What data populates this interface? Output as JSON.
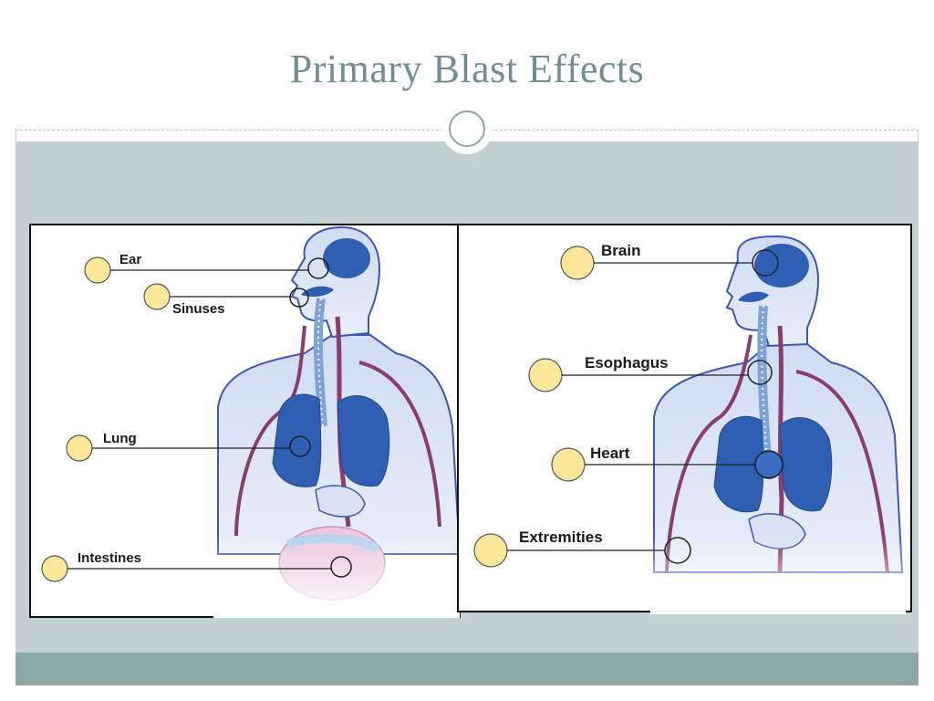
{
  "slide": {
    "title": "Primary Blast Effects"
  },
  "left_panel": {
    "labels": {
      "ear": "Ear",
      "sinuses": "Sinuses",
      "lung": "Lung",
      "intestines": "Intestines"
    }
  },
  "right_panel": {
    "labels": {
      "brain": "Brain",
      "esophagus": "Esophagus",
      "heart": "Heart",
      "extremities": "Extremities"
    }
  },
  "colors": {
    "title": "#6f8f93",
    "content_background": "#c3d0d4",
    "footer": "#8aa9a6",
    "marker_fill": "#fbe79a",
    "organ_blue": "#2f5fb3",
    "body_outline": "#3c57b8",
    "vessel": "#8a3d6e"
  }
}
